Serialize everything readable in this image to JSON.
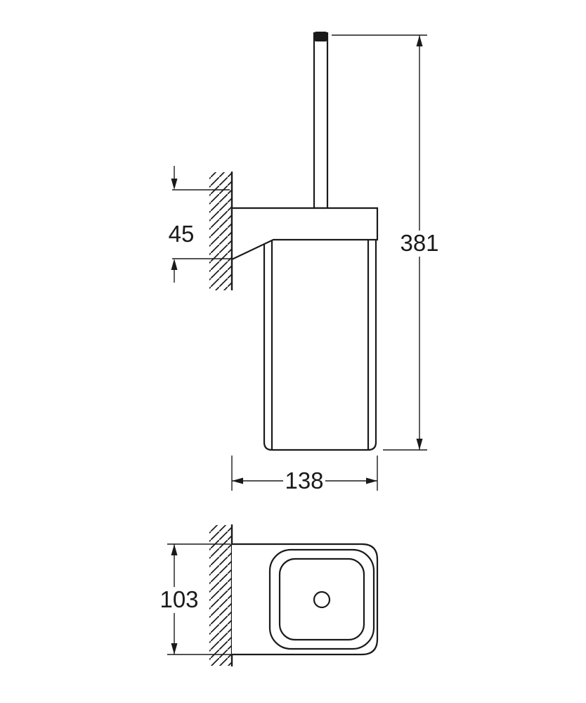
{
  "dimensions": {
    "total_height": "381",
    "bracket_height": "45",
    "depth": "138",
    "width": "103"
  },
  "colors": {
    "line": "#1a1a1a",
    "background": "#ffffff"
  }
}
